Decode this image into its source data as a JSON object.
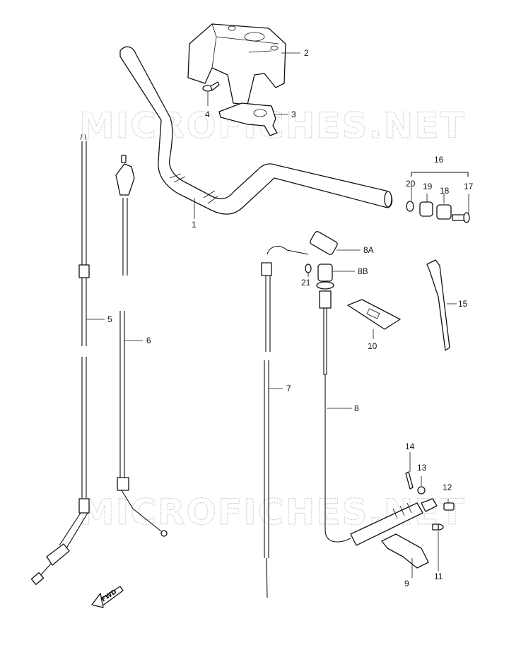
{
  "watermark": "MICROFICHES.NET",
  "fwd_label": "FWD",
  "callouts": [
    {
      "id": "c1",
      "text": "1"
    },
    {
      "id": "c2",
      "text": "2"
    },
    {
      "id": "c3",
      "text": "3"
    },
    {
      "id": "c4",
      "text": "4"
    },
    {
      "id": "c5",
      "text": "5"
    },
    {
      "id": "c6",
      "text": "6"
    },
    {
      "id": "c7",
      "text": "7"
    },
    {
      "id": "c8",
      "text": "8"
    },
    {
      "id": "c8a",
      "text": "8A"
    },
    {
      "id": "c8b",
      "text": "8B"
    },
    {
      "id": "c9",
      "text": "9"
    },
    {
      "id": "c10",
      "text": "10"
    },
    {
      "id": "c11",
      "text": "11"
    },
    {
      "id": "c12",
      "text": "12"
    },
    {
      "id": "c13",
      "text": "13"
    },
    {
      "id": "c14",
      "text": "14"
    },
    {
      "id": "c15",
      "text": "15"
    },
    {
      "id": "c16",
      "text": "16"
    },
    {
      "id": "c17",
      "text": "17"
    },
    {
      "id": "c18",
      "text": "18"
    },
    {
      "id": "c19",
      "text": "19"
    },
    {
      "id": "c20",
      "text": "20"
    },
    {
      "id": "c21",
      "text": "21"
    }
  ]
}
